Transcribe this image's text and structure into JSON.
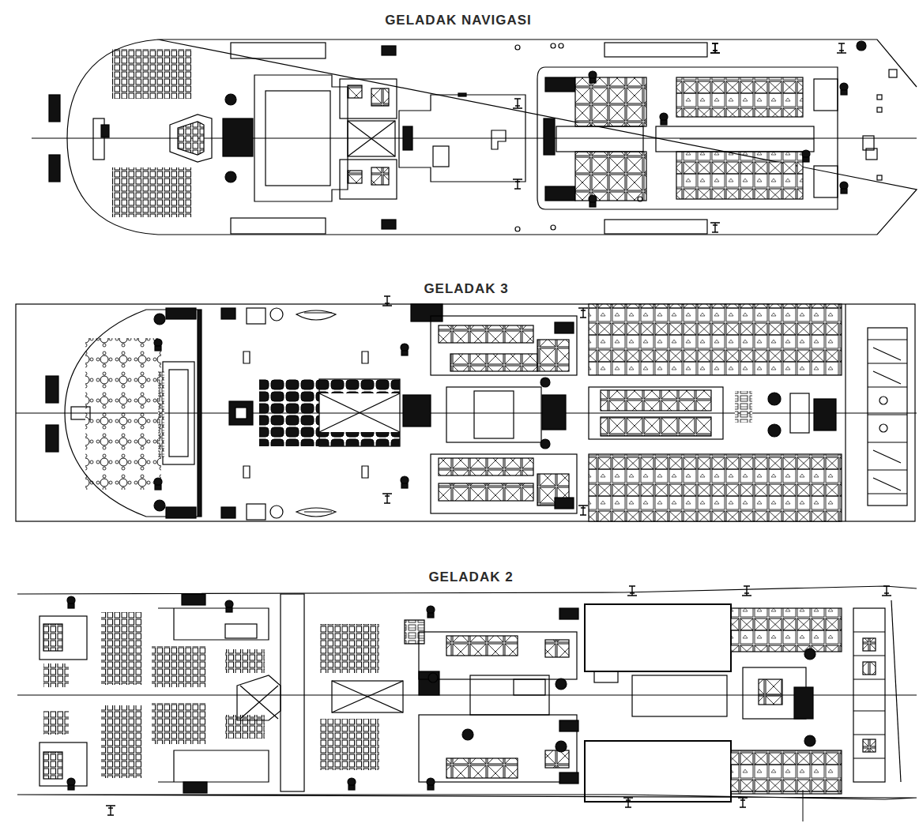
{
  "diagram": {
    "nodes": [
      {
        "text": [
          "GELADAK NAVIGASI"
        ]
      },
      {
        "text": [
          "GELADAK 3"
        ]
      },
      {
        "text": [
          "GELADAK 2"
        ]
      }
    ]
  }
}
